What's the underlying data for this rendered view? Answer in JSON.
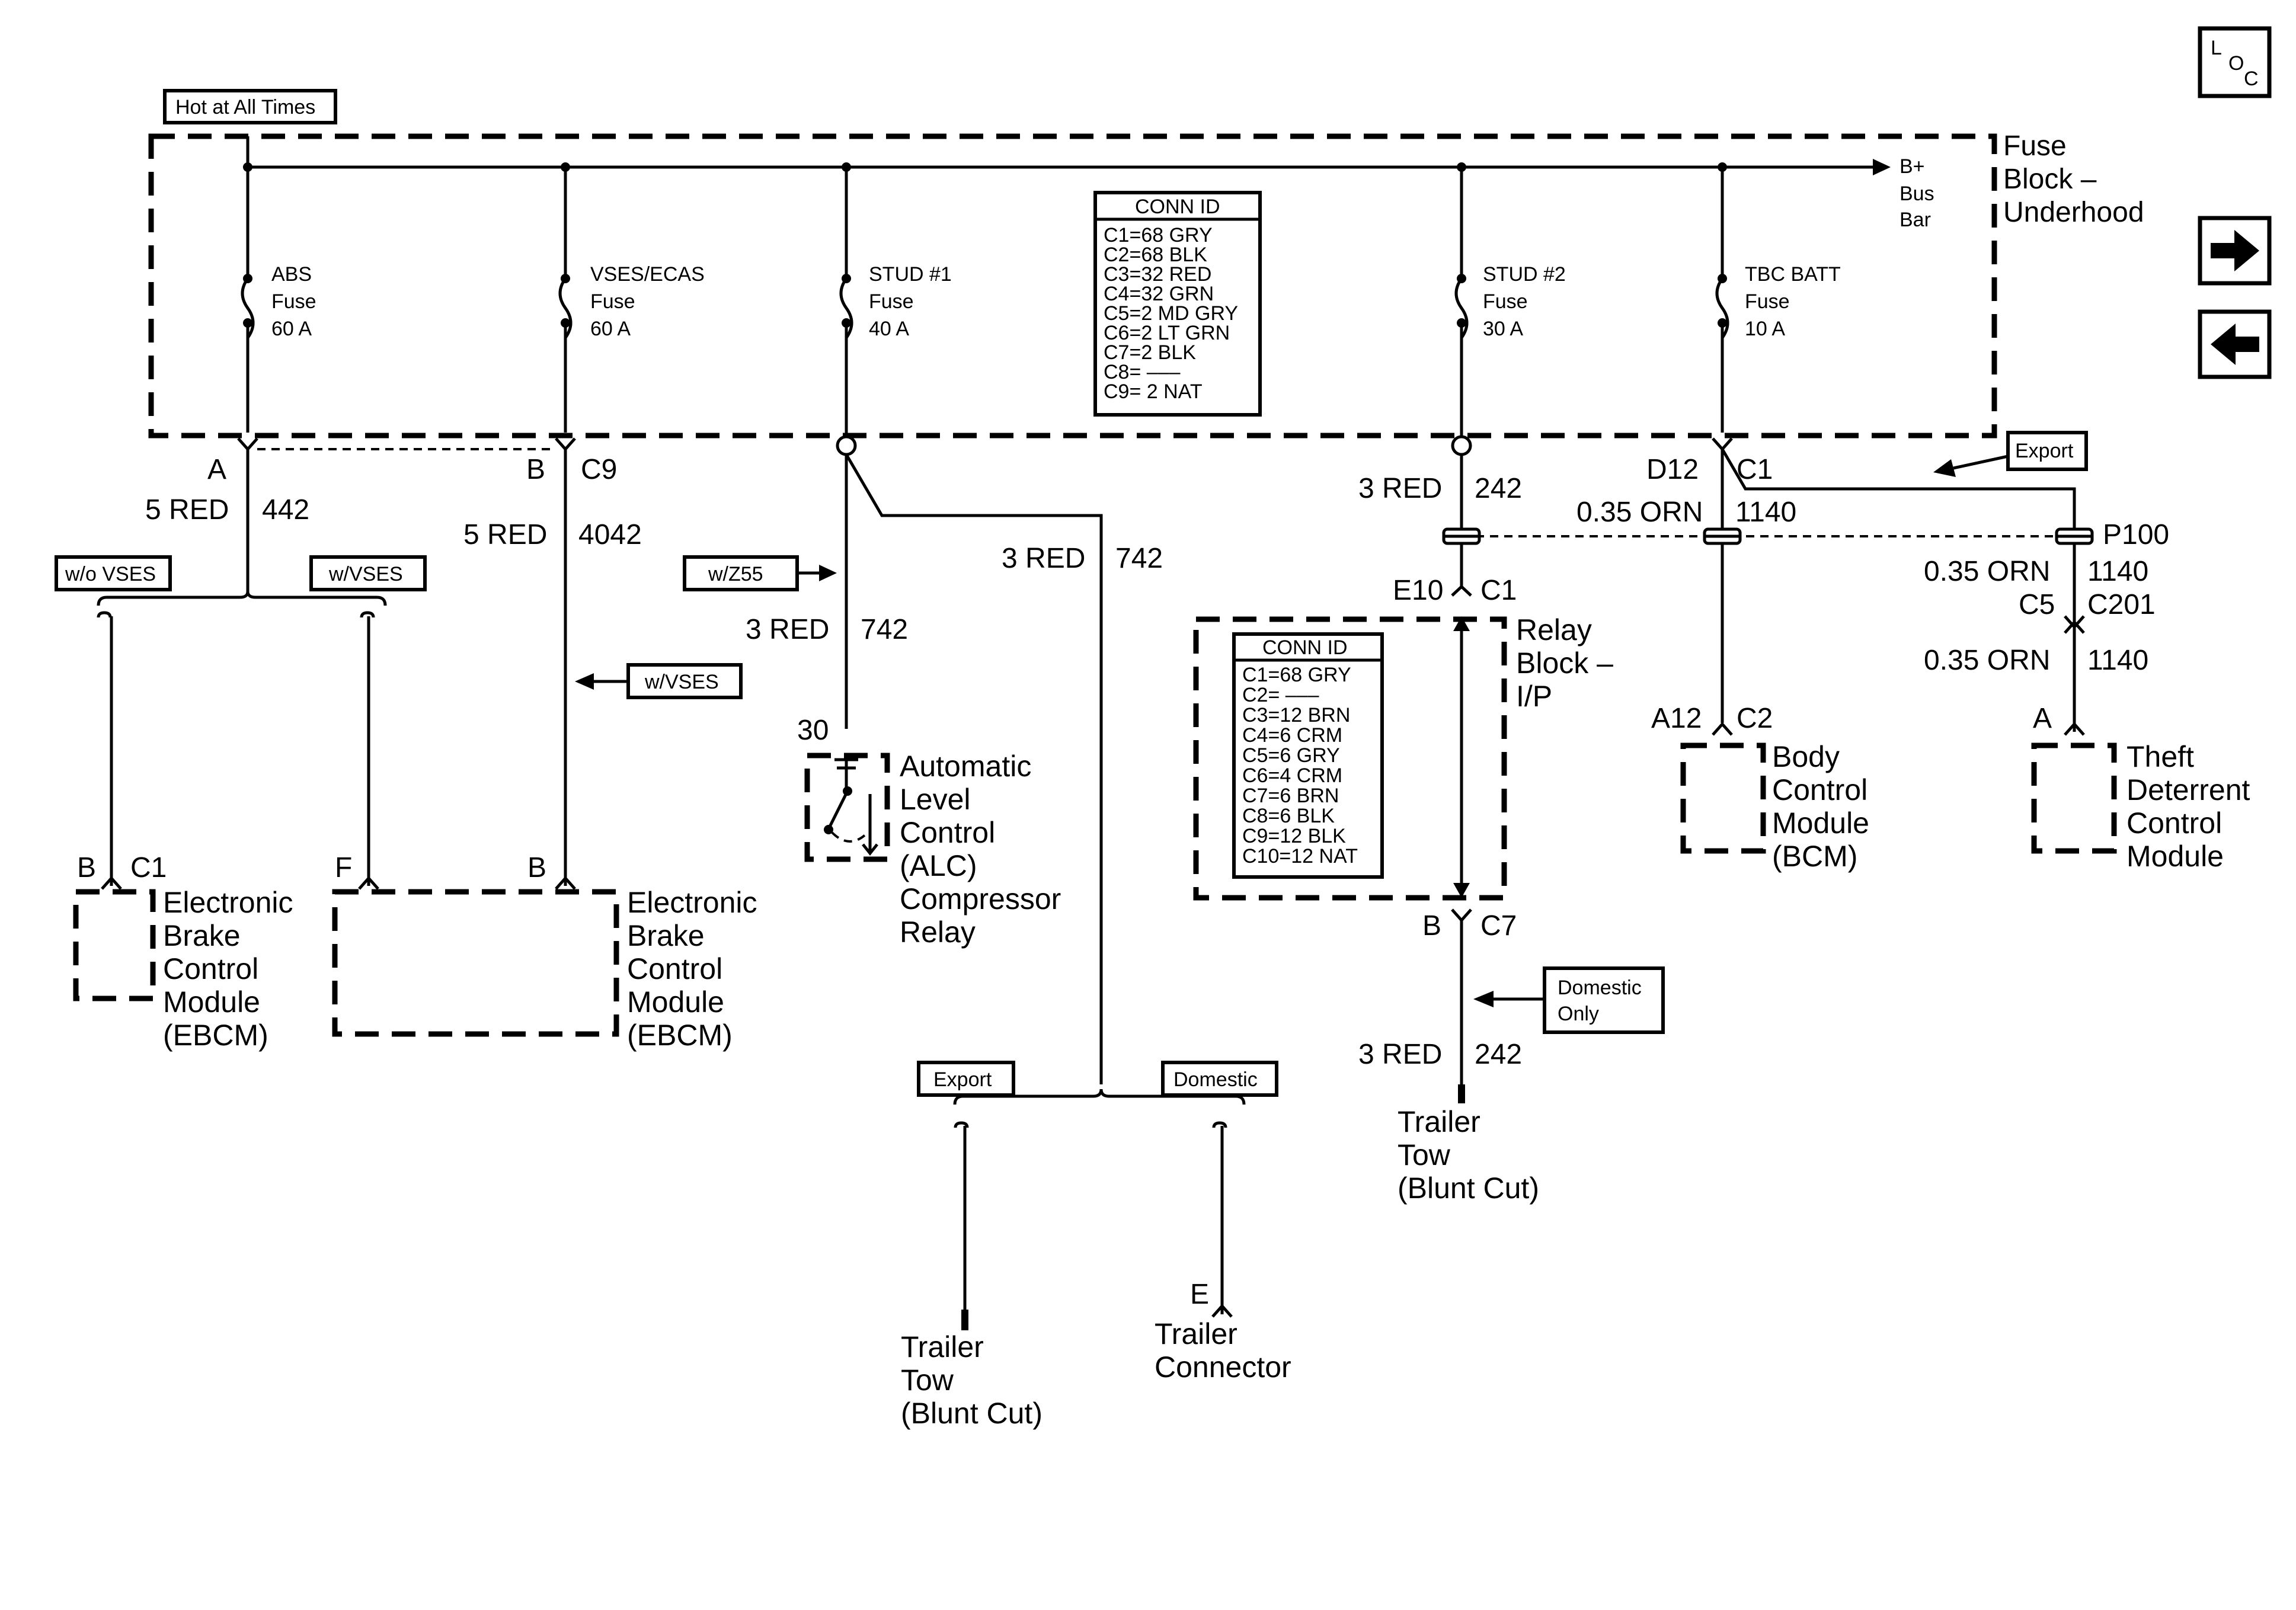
{
  "hot_label": "Hot at All Times",
  "fuse_block": {
    "l1": "Fuse",
    "l2": "Block –",
    "l3": "Underhood"
  },
  "bus_bar": {
    "l1": "B+",
    "l2": "Bus",
    "l3": "Bar"
  },
  "fuses": [
    {
      "name": "ABS",
      "word": "Fuse",
      "rating": "60 A"
    },
    {
      "name": "VSES/ECAS",
      "word": "Fuse",
      "rating": "60 A"
    },
    {
      "name": "STUD #1",
      "word": "Fuse",
      "rating": "40 A"
    },
    {
      "name": "STUD #2",
      "word": "Fuse",
      "rating": "30 A"
    },
    {
      "name": "TBC BATT",
      "word": "Fuse",
      "rating": "10 A"
    }
  ],
  "conn_id_fuse": {
    "title": "CONN ID",
    "rows": [
      "C1=68 GRY",
      "C2=68 BLK",
      "C3=32 RED",
      "C4=32 GRN",
      "C5=2 MD GRY",
      "C6=2 LT GRN",
      "C7=2 BLK",
      "C8= –––",
      "C9= 2 NAT"
    ]
  },
  "conn_id_relay": {
    "title": "CONN ID",
    "rows": [
      "C1=68 GRY",
      "C2= –––",
      "C3=12 BRN",
      "C4=6 CRM",
      "C5=6 GRY",
      "C6=4 CRM",
      "C7=6 BRN",
      "C8=6 BLK",
      "C9=12 BLK",
      "C10=12 NAT"
    ]
  },
  "pins": {
    "a": "A",
    "b_c9": "B",
    "c9": "C9",
    "d12": "D12",
    "c1_fuse": "C1",
    "e10": "E10",
    "c1_relay": "C1",
    "b_c7": "B",
    "c7": "C7",
    "p100": "P100",
    "c5": "C5",
    "c201": "C201",
    "a12": "A12",
    "c2": "C2",
    "a_tdcm": "A",
    "pin30": "30",
    "b_ebcm1": "B",
    "c1_ebcm1": "C1",
    "f_ebcm2": "F",
    "b_ebcm2": "B",
    "e_trailer": "E"
  },
  "wires": {
    "w442_size": "5 RED",
    "w442_num": "442",
    "w4042_size": "5 RED",
    "w4042_num": "4042",
    "w742a_size": "3 RED",
    "w742a_num": "742",
    "w742b_size": "3 RED",
    "w742b_num": "742",
    "w242a_size": "3 RED",
    "w242a_num": "242",
    "w242b_size": "3 RED",
    "w242b_num": "242",
    "w1140a_size": "0.35 ORN",
    "w1140a_num": "1140",
    "w1140b_size": "0.35 ORN",
    "w1140b_num": "1140",
    "w1140c_size": "0.35 ORN",
    "w1140c_num": "1140"
  },
  "options": {
    "wo_vses": "w/o VSES",
    "w_vses1": "w/VSES",
    "w_vses2": "w/VSES",
    "w_z55": "w/Z55",
    "export1": "Export",
    "export2": "Export",
    "domestic1": "Domestic",
    "domestic_only_l1": "Domestic",
    "domestic_only_l2": "Only"
  },
  "components": {
    "alc": [
      "Automatic",
      "Level",
      "Control",
      "(ALC)",
      "Compressor",
      "Relay"
    ],
    "ebcm1": [
      "Electronic",
      "Brake",
      "Control",
      "Module",
      "(EBCM)"
    ],
    "ebcm2": [
      "Electronic",
      "Brake",
      "Control",
      "Module",
      "(EBCM)"
    ],
    "relay_block": [
      "Relay",
      "Block –",
      "I/P"
    ],
    "bcm": [
      "Body",
      "Control",
      "Module",
      "(BCM)"
    ],
    "tdcm": [
      "Theft",
      "Deterrent",
      "Control",
      "Module"
    ],
    "trailer_blunt1": [
      "Trailer",
      "Tow",
      "(Blunt Cut)"
    ],
    "trailer_blunt2": [
      "Trailer",
      "Tow",
      "(Blunt Cut)"
    ],
    "trailer_conn": [
      "Trailer",
      "Connector"
    ]
  },
  "loc": {
    "l": "L",
    "o": "O",
    "c": "C"
  }
}
